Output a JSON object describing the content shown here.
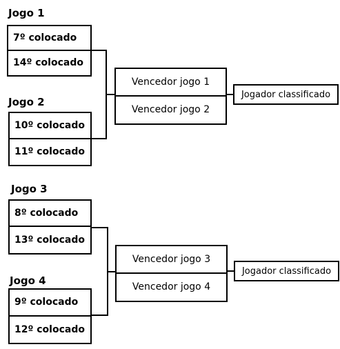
{
  "games": [
    {
      "label": "Jogo 1",
      "players": [
        "7º colocado",
        "14º colocado"
      ]
    },
    {
      "label": "Jogo 2",
      "players": [
        "10º colocado",
        "11º colocado"
      ]
    },
    {
      "label": "Jogo 3",
      "players": [
        "8º colocado",
        "13º colocado"
      ]
    },
    {
      "label": "Jogo 4",
      "players": [
        "9º colocado",
        "12º colocado"
      ]
    }
  ],
  "semis": [
    {
      "winners": [
        "Vencedor jogo 1",
        "Vencedor jogo 2"
      ],
      "result": "Jogador classificado"
    },
    {
      "winners": [
        "Vencedor jogo 3",
        "Vencedor jogo 4"
      ],
      "result": "Jogador classificado"
    }
  ]
}
